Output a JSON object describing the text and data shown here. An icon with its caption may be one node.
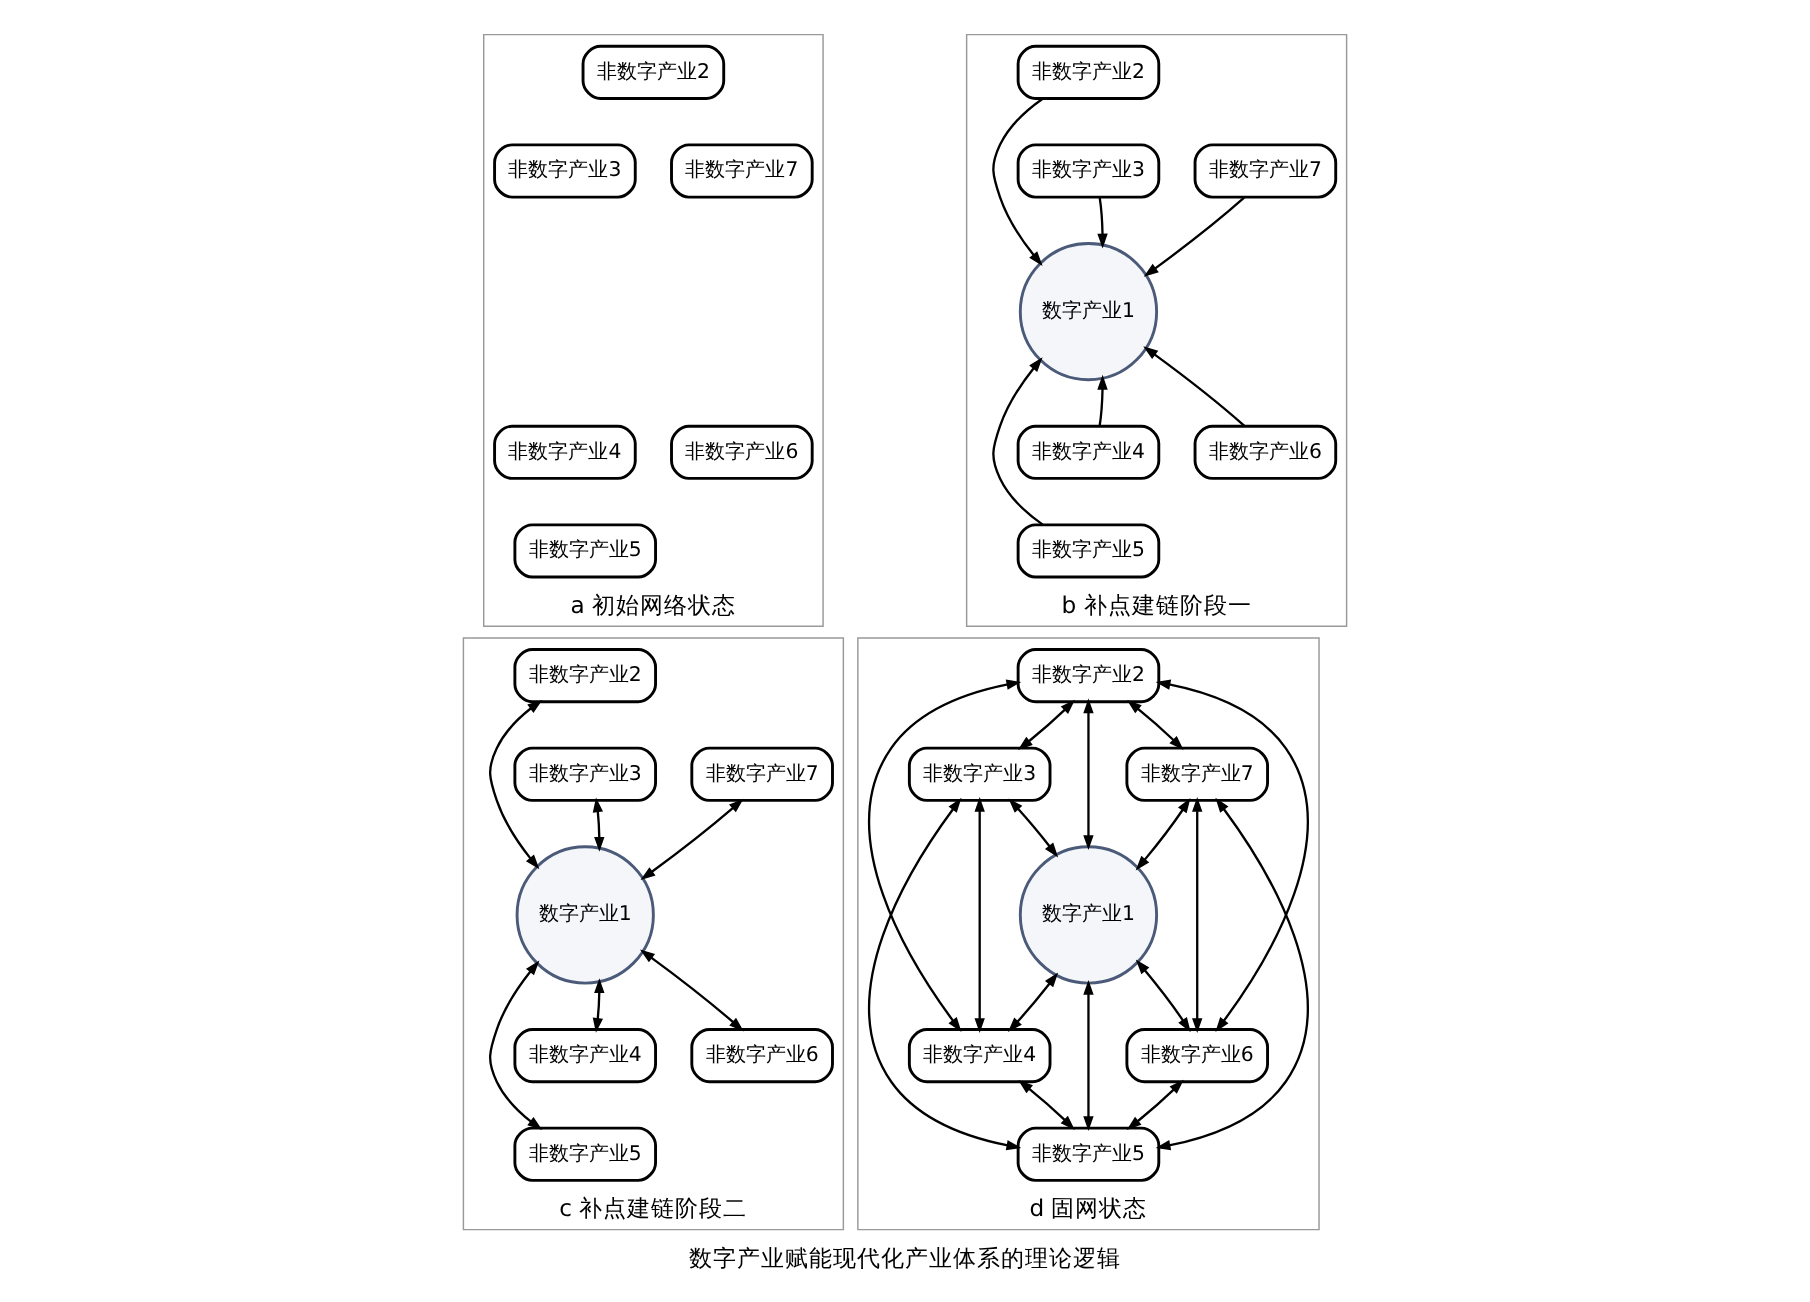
{
  "diagram": {
    "caption": "数字产业赋能现代化产业体系的理论逻辑",
    "nodes": [
      {
        "text": [
          "a 初始网络状态"
        ]
      },
      {
        "text": [
          "非数字产业2"
        ],
        "in": 0
      },
      {
        "text": [
          "非数字产业3"
        ],
        "in": 0
      },
      {
        "text": [
          "非数字产业7"
        ],
        "in": 0
      },
      {
        "text": [
          "非数字产业4"
        ],
        "in": 0
      },
      {
        "text": [
          "非数字产业6"
        ],
        "in": 0
      },
      {
        "text": [
          "非数字产业5"
        ],
        "in": 0
      },
      {
        "text": [
          "b 补点建链阶段一"
        ]
      },
      {
        "text": [
          "非数字产业2"
        ],
        "in": 7
      },
      {
        "text": [
          "非数字产业3"
        ],
        "in": 7
      },
      {
        "text": [
          "非数字产业7"
        ],
        "in": 7
      },
      {
        "text": [
          "数字产业1"
        ],
        "in": 7
      },
      {
        "text": [
          "非数字产业4"
        ],
        "in": 7
      },
      {
        "text": [
          "非数字产业6"
        ],
        "in": 7
      },
      {
        "text": [
          "非数字产业5"
        ],
        "in": 7
      },
      {
        "text": [
          "c 补点建链阶段二"
        ]
      },
      {
        "text": [
          "非数字产业2"
        ],
        "in": 15
      },
      {
        "text": [
          "非数字产业3"
        ],
        "in": 15
      },
      {
        "text": [
          "非数字产业7"
        ],
        "in": 15
      },
      {
        "text": [
          "数字产业1"
        ],
        "in": 15
      },
      {
        "text": [
          "非数字产业4"
        ],
        "in": 15
      },
      {
        "text": [
          "非数字产业6"
        ],
        "in": 15
      },
      {
        "text": [
          "非数字产业5"
        ],
        "in": 15
      },
      {
        "text": [
          "d 固网状态"
        ]
      },
      {
        "text": [
          "非数字产业2"
        ],
        "in": 23
      },
      {
        "text": [
          "非数字产业3"
        ],
        "in": 23
      },
      {
        "text": [
          "非数字产业7"
        ],
        "in": 23
      },
      {
        "text": [
          "数字产业1"
        ],
        "in": 23
      },
      {
        "text": [
          "非数字产业4"
        ],
        "in": 23
      },
      {
        "text": [
          "非数字产业6"
        ],
        "in": 23
      },
      {
        "text": [
          "非数字产业5"
        ],
        "in": 23
      }
    ],
    "edges": [
      {
        "from": 8,
        "to": 11,
        "arrow": "to"
      },
      {
        "from": 9,
        "to": 11,
        "arrow": "to"
      },
      {
        "from": 10,
        "to": 11,
        "arrow": "to"
      },
      {
        "from": 12,
        "to": 11,
        "arrow": "to"
      },
      {
        "from": 13,
        "to": 11,
        "arrow": "to"
      },
      {
        "from": 14,
        "to": 11,
        "arrow": "to"
      },
      {
        "from": 19,
        "to": 16,
        "arrow": "both"
      },
      {
        "from": 19,
        "to": 17,
        "arrow": "both"
      },
      {
        "from": 19,
        "to": 18,
        "arrow": "both"
      },
      {
        "from": 19,
        "to": 20,
        "arrow": "both"
      },
      {
        "from": 19,
        "to": 21,
        "arrow": "both"
      },
      {
        "from": 19,
        "to": 22,
        "arrow": "both"
      },
      {
        "from": 24,
        "to": 27,
        "arrow": "both"
      },
      {
        "from": 24,
        "to": 25,
        "arrow": "both"
      },
      {
        "from": 24,
        "to": 26,
        "arrow": "both"
      },
      {
        "from": 24,
        "to": 28,
        "arrow": "both"
      },
      {
        "from": 24,
        "to": 29,
        "arrow": "both"
      },
      {
        "from": 25,
        "to": 27,
        "arrow": "both"
      },
      {
        "from": 26,
        "to": 27,
        "arrow": "both"
      },
      {
        "from": 25,
        "to": 28,
        "arrow": "both"
      },
      {
        "from": 26,
        "to": 29,
        "arrow": "both"
      },
      {
        "from": 28,
        "to": 27,
        "arrow": "both"
      },
      {
        "from": 29,
        "to": 27,
        "arrow": "both"
      },
      {
        "from": 30,
        "to": 27,
        "arrow": "both"
      },
      {
        "from": 30,
        "to": 25,
        "arrow": "both"
      },
      {
        "from": 30,
        "to": 26,
        "arrow": "both"
      },
      {
        "from": 30,
        "to": 28,
        "arrow": "both"
      },
      {
        "from": 30,
        "to": 29,
        "arrow": "both"
      }
    ]
  }
}
